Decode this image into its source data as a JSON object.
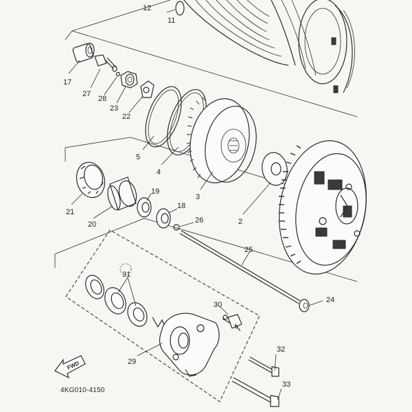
{
  "diagram": {
    "part_numbers": [
      {
        "id": "p12",
        "label": "12"
      },
      {
        "id": "p11",
        "label": "11"
      },
      {
        "id": "p17",
        "label": "17"
      },
      {
        "id": "p27",
        "label": "27"
      },
      {
        "id": "p28",
        "label": "28"
      },
      {
        "id": "p23",
        "label": "23"
      },
      {
        "id": "p22",
        "label": "22"
      },
      {
        "id": "p5",
        "label": "5"
      },
      {
        "id": "p4",
        "label": "4"
      },
      {
        "id": "p3",
        "label": "3"
      },
      {
        "id": "p2",
        "label": "2"
      },
      {
        "id": "p21",
        "label": "21"
      },
      {
        "id": "p20",
        "label": "20"
      },
      {
        "id": "p19",
        "label": "19"
      },
      {
        "id": "p18",
        "label": "18"
      },
      {
        "id": "p26",
        "label": "26"
      },
      {
        "id": "p25",
        "label": "25"
      },
      {
        "id": "p24",
        "label": "24"
      },
      {
        "id": "p31",
        "label": "31"
      },
      {
        "id": "p30",
        "label": "30"
      },
      {
        "id": "p29",
        "label": "29"
      },
      {
        "id": "p32",
        "label": "32"
      },
      {
        "id": "p33",
        "label": "33"
      }
    ],
    "reference_code": "4KG010-4150",
    "fwd_label": "FWD"
  }
}
